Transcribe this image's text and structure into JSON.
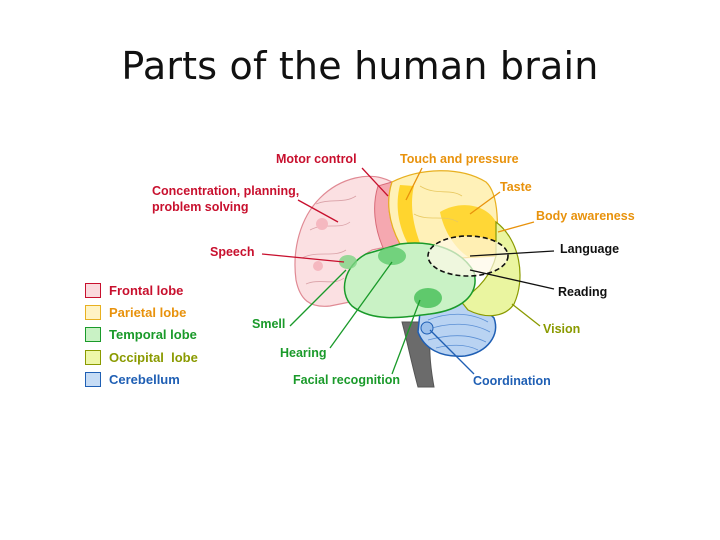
{
  "title": "Parts of the human brain",
  "colors": {
    "frontal": "#c8102e",
    "parietal": "#e8920c",
    "temporal": "#1a9a2a",
    "occipital": "#8a9a00",
    "cerebellum": "#1f5fb4",
    "neutral": "#111111"
  },
  "legend": [
    {
      "label": "Frontal lobe",
      "color": "#c8102e",
      "fill": "#fadadd",
      "border": "#c8102e"
    },
    {
      "label": "Parietal lobe",
      "color": "#e8920c",
      "fill": "#fff3c4",
      "border": "#e8b020"
    },
    {
      "label": "Temporal lobe",
      "color": "#1a9a2a",
      "fill": "#c9f2c5",
      "border": "#1a9a2a"
    },
    {
      "label": "Occipital  lobe",
      "color": "#8a9a00",
      "fill": "#eef7a8",
      "border": "#8a9a00"
    },
    {
      "label": "Cerebellum",
      "color": "#1f5fb4",
      "fill": "#c6dcf5",
      "border": "#1f5fb4"
    }
  ],
  "labels": {
    "motor_control": "Motor control",
    "touch_pressure": "Touch and pressure",
    "taste": "Taste",
    "concentration_line1": "Concentration, planning,",
    "concentration_line2": "problem solving",
    "body_awareness": "Body awareness",
    "speech": "Speech",
    "language": "Language",
    "reading": "Reading",
    "smell": "Smell",
    "vision": "Vision",
    "hearing": "Hearing",
    "facial_recognition": "Facial recognition",
    "coordination": "Coordination"
  }
}
